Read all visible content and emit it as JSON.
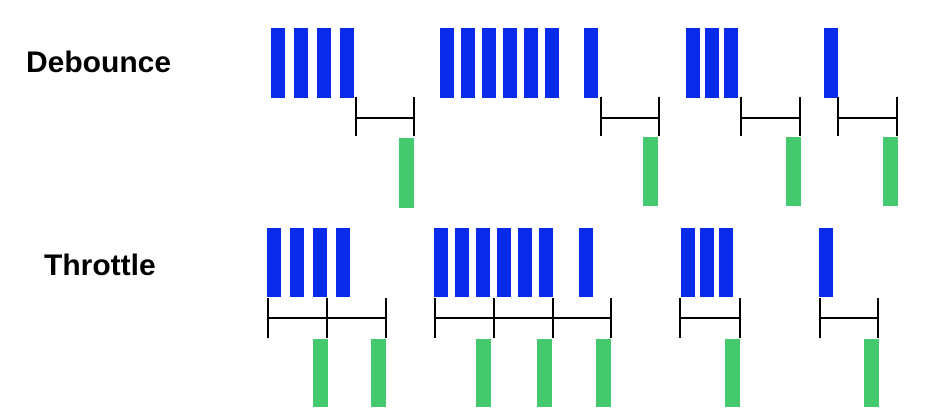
{
  "labels": {
    "debounce": "Debounce",
    "throttle": "Throttle"
  },
  "colors": {
    "event": "#0a2bea",
    "output": "#44c96e",
    "interval": "#000000"
  },
  "debounce": {
    "event_bursts": [
      4,
      6,
      1,
      3,
      1
    ],
    "wait_windows": 4,
    "outputs": 4
  },
  "throttle": {
    "event_bursts": [
      4,
      6,
      1,
      3,
      1
    ],
    "intervals": 7,
    "outputs": 7
  }
}
